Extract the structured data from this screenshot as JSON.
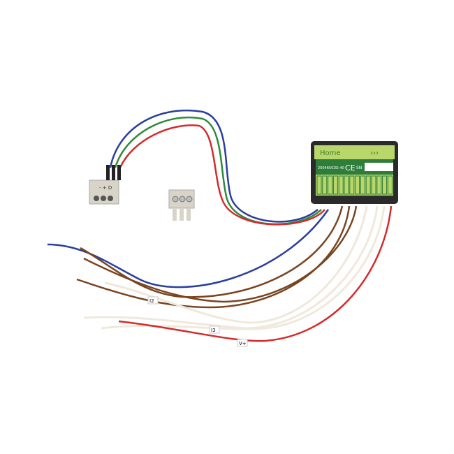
{
  "module": {
    "brand": "Home",
    "part_number": "20046502",
    "model": "SI-40",
    "ce_mark": "CE",
    "serial_label": "SN",
    "colors": {
      "body": "#2a2a2a",
      "label_light": "#b9d66a",
      "label_dark": "#2e7d3a"
    }
  },
  "connector": {
    "pin_labels": "- + D"
  },
  "wire_tags": [
    "I2",
    "I3",
    "V+"
  ],
  "wire_colors": {
    "red": "#d42b2b",
    "green": "#2f8a3a",
    "blue": "#2a3f9e",
    "brown": "#7a4420",
    "white": "#efe9dc"
  }
}
